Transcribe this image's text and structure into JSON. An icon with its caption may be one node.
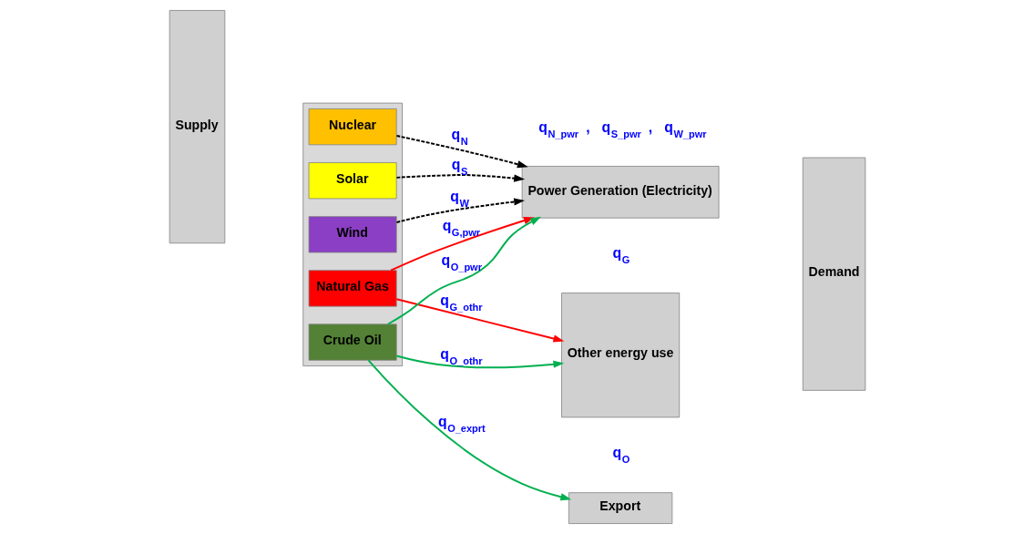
{
  "diagram": {
    "nodes": [
      {
        "text": [
          "Export"
        ]
      },
      {
        "text": [
          "Supply"
        ]
      },
      {
        "text": [],
        "shape": "box"
      },
      {
        "text": [
          "Natural Gas"
        ],
        "in": 2
      },
      {
        "text": [
          "Crude Oil"
        ],
        "in": 2
      },
      {
        "text": [
          "Nuclear"
        ],
        "in": 2
      },
      {
        "text": [
          "Solar"
        ],
        "in": 2
      },
      {
        "text": [
          "Wind"
        ],
        "in": 2
      },
      {
        "text": [
          "Power Generation (Electricity)"
        ]
      },
      {
        "text": [
          "Other energy use"
        ]
      },
      {
        "text": [
          "Demand"
        ]
      }
    ],
    "edges": [
      {
        "from": 4,
        "to": 0,
        "arrow": "to",
        "label": "q$_{O_exprt}$",
        "color": "#00b050"
      },
      {
        "from": 3,
        "to": 8,
        "arrow": "to",
        "label": "q$_{G,pwr}$",
        "color": "#ff0000"
      },
      {
        "from": 4,
        "to": 8,
        "arrow": "to",
        "label": "q$_{O_pwr}$",
        "color": "#00b050"
      },
      {
        "from": 5,
        "to": 8,
        "arrow": "to",
        "label": "q$_{N}$",
        "style": "dashed",
        "color": "#000000"
      },
      {
        "from": 6,
        "to": 8,
        "arrow": "to",
        "label": "q$_{S}$",
        "style": "dashed",
        "color": "#000000"
      },
      {
        "from": 7,
        "to": 8,
        "arrow": "to",
        "label": "q$_{W}$",
        "style": "dashed",
        "color": "#000000"
      },
      {
        "from": 3,
        "to": 9,
        "arrow": "to",
        "label": "q$_{G_othr}$",
        "color": "#ff0000"
      },
      {
        "from": 4,
        "to": 9,
        "arrow": "to",
        "label": "q$_{O_othr}$",
        "color": "#00b050"
      }
    ],
    "labels": [
      "q$_{N_pwr}$ , q$_{S_pwr}$ , q$_{W_pwr}$",
      "q$_{G}$",
      "q$_{O}$"
    ]
  }
}
